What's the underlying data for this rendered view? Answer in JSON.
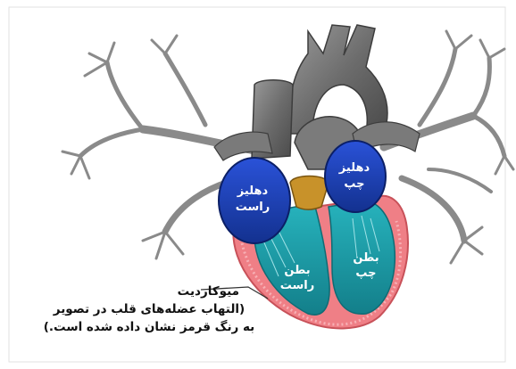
{
  "diagram": {
    "chambers": {
      "right_atrium": {
        "line1": "دهلیز",
        "line2": "راست"
      },
      "left_atrium": {
        "line1": "دهلیز",
        "line2": "چپ"
      },
      "right_ventricle": {
        "line1": "بطن",
        "line2": "راست"
      },
      "left_ventricle": {
        "line1": "بطن",
        "line2": "چپ"
      }
    },
    "caption": {
      "title": "میوکاردیت",
      "line1": "(التهاب عضله‌های قلب در تصویر",
      "line2": "به رنگ قرمز نشان داده شده است.)"
    },
    "colors": {
      "atrium_blue": "#1b3fb8",
      "ventricle_teal": "#1c9aa6",
      "myocardium_red": "#ef7f86",
      "vessel_gray": "#6e6e6e",
      "valve_gold": "#c8922a"
    }
  }
}
